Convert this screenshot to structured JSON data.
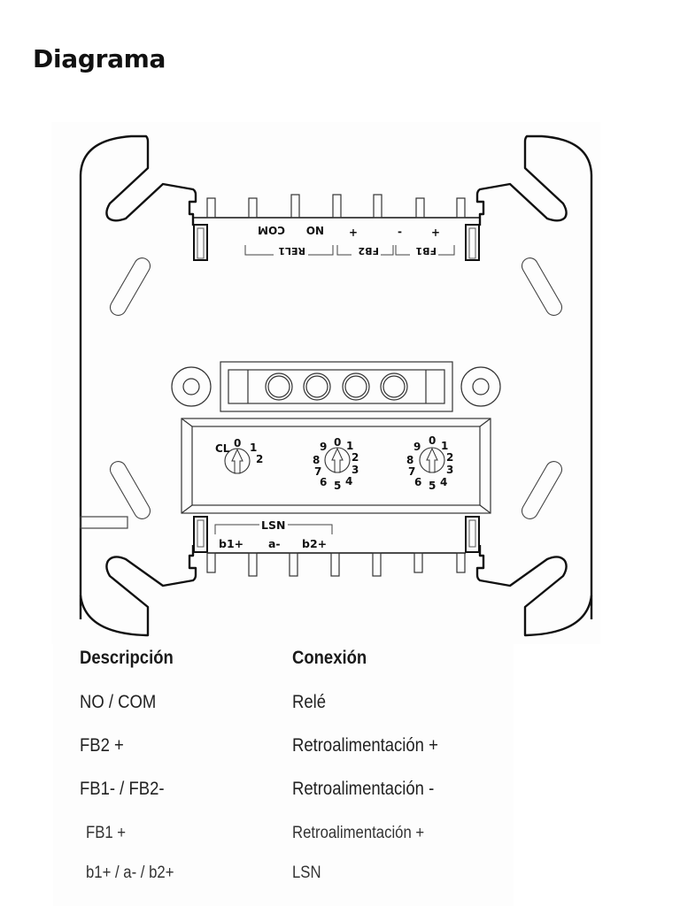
{
  "page": {
    "title": "Diagrama"
  },
  "diagram": {
    "top_terminals": {
      "labels": [
        "COM",
        "NO",
        "+",
        "-",
        "+"
      ],
      "groups": [
        "REL1",
        "FB2",
        "FB1"
      ],
      "orientation": "rotated-180"
    },
    "rotary_switches": [
      {
        "id": "switch-1",
        "labels": [
          "CL",
          "0",
          "1",
          "2"
        ]
      },
      {
        "id": "switch-2",
        "labels": [
          "0",
          "1",
          "2",
          "3",
          "4",
          "5",
          "6",
          "7",
          "8",
          "9"
        ]
      },
      {
        "id": "switch-3",
        "labels": [
          "0",
          "1",
          "2",
          "3",
          "4",
          "5",
          "6",
          "7",
          "8",
          "9"
        ]
      }
    ],
    "bottom_terminals": {
      "group": "LSN",
      "labels": [
        "b1+",
        "a-",
        "b2+"
      ]
    },
    "led_count": 4,
    "colors": {
      "outline": "#111111",
      "thin_line": "#3a3a3a",
      "background": "#fdfdfd"
    }
  },
  "table": {
    "headers": {
      "description": "Descripción",
      "connection": "Conexión"
    },
    "rows": [
      {
        "description": "NO / COM",
        "connection": "Relé"
      },
      {
        "description": "FB2 +",
        "connection": "Retroalimentación +"
      },
      {
        "description": "FB1- / FB2-",
        "connection": "Retroalimentación -"
      },
      {
        "description": "FB1 +",
        "connection": "Retroalimentación +"
      },
      {
        "description": "b1+ / a- / b2+",
        "connection": "LSN"
      }
    ]
  }
}
